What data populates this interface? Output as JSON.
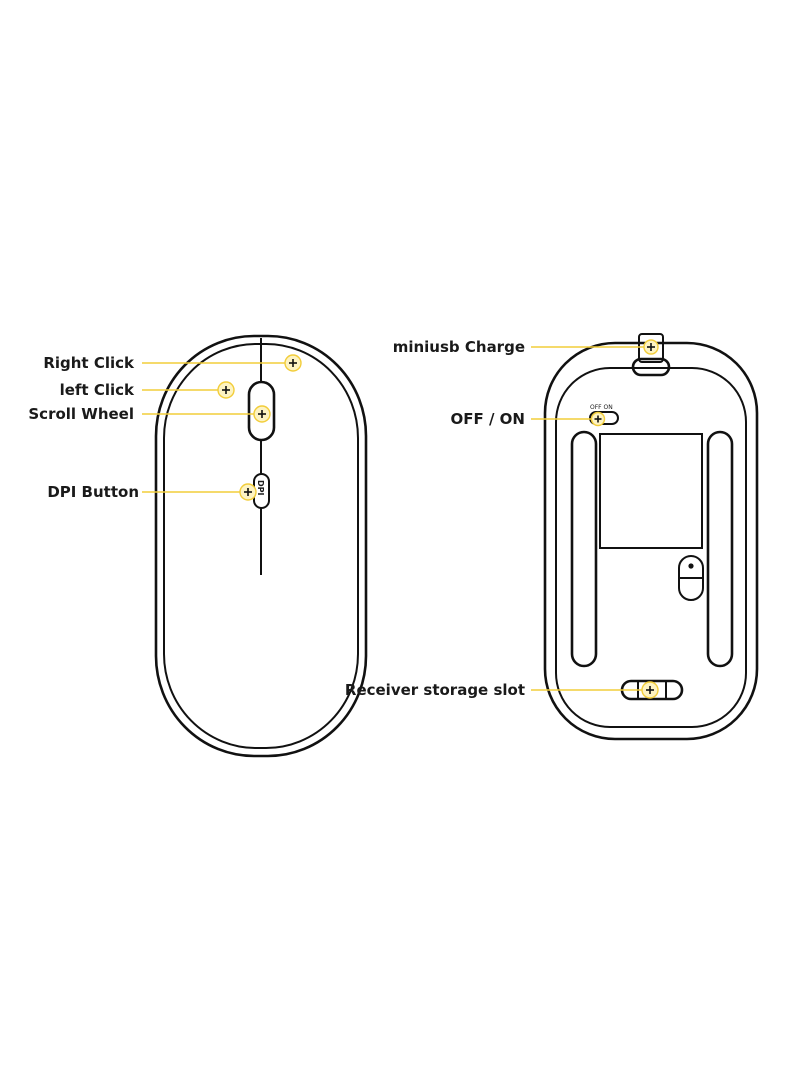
{
  "front_view": {
    "labels": {
      "right_click": "Right Click",
      "left_click": "left Click",
      "scroll_wheel": "Scroll Wheel",
      "dpi_button": "DPI Button"
    },
    "dpi_button_text": "DPI"
  },
  "back_view": {
    "labels": {
      "miniusb_charge": "miniusb Charge",
      "off_on": "OFF / ON",
      "receiver_storage_slot": "Receiver storage slot"
    },
    "switch_text": "OFF  ON"
  },
  "colors": {
    "outline": "#111111",
    "callout": "#f2cd3a",
    "callout_fill": "#fdf3c2"
  }
}
